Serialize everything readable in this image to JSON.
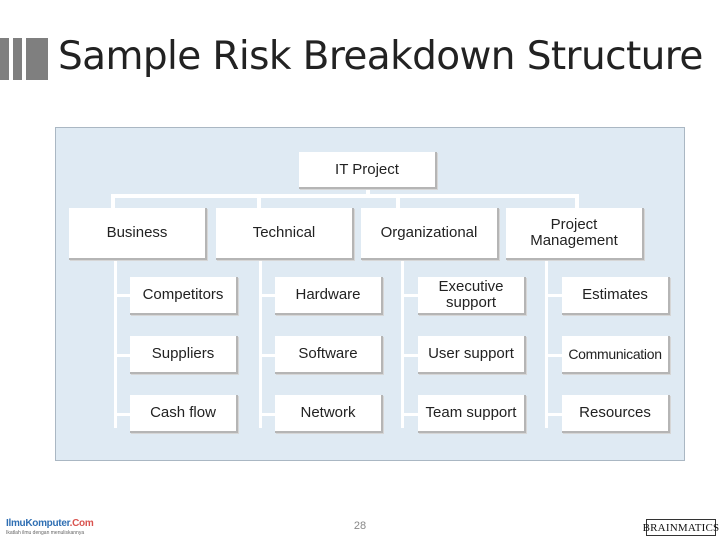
{
  "slide": {
    "title": "Sample Risk Breakdown Structure",
    "page_number": "28"
  },
  "diagram": {
    "root": "IT Project",
    "categories": [
      {
        "label": "Business",
        "children": [
          "Competitors",
          "Suppliers",
          "Cash flow"
        ]
      },
      {
        "label": "Technical",
        "children": [
          "Hardware",
          "Software",
          "Network"
        ]
      },
      {
        "label": "Organizational",
        "children": [
          "Executive support",
          "User support",
          "Team support"
        ]
      },
      {
        "label": "Project Management",
        "children": [
          "Estimates",
          "Communication",
          "Resources"
        ]
      }
    ]
  },
  "footer": {
    "left_logo_part1": "IlmuKomputer",
    "left_logo_part2": ".Com",
    "left_logo_tagline": "Ikatlah ilmu dengan menuliskannya",
    "right_logo": "BRAINMATICS"
  }
}
